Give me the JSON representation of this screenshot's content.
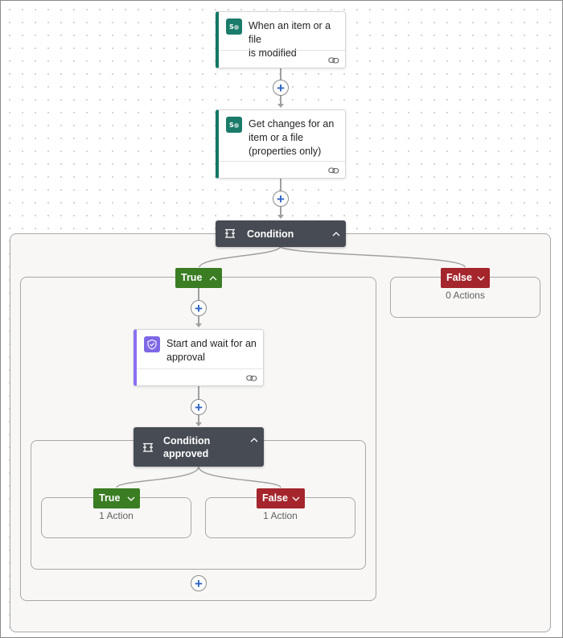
{
  "flow": {
    "trigger": {
      "title": "When an item or a file is modified",
      "line1": "When an item or a file",
      "line2": "is modified",
      "icon": "sharepoint-icon"
    },
    "get_changes": {
      "title": "Get changes for an item or a file (properties only)",
      "line1": "Get changes for an",
      "line2": "item or a file",
      "line3": "(properties only)",
      "icon": "sharepoint-icon"
    },
    "condition": {
      "title": "Condition",
      "true_branch": {
        "label": "True",
        "approval": {
          "title": "Start and wait for an approval",
          "line1": "Start and wait for an",
          "line2": "approval",
          "icon": "approval-icon"
        },
        "condition_approved": {
          "title": "Condition approved",
          "line1": "Condition",
          "line2": "approved",
          "true_branch": {
            "label": "True",
            "count": "1 Action"
          },
          "false_branch": {
            "label": "False",
            "count": "1 Action"
          }
        }
      },
      "false_branch": {
        "label": "False",
        "count": "0 Actions"
      }
    }
  },
  "colors": {
    "sharepoint_accent": "#117865",
    "approval_accent": "#8a6ff0",
    "condition_header": "#474c54",
    "true_branch": "#3a7d22",
    "false_branch": "#a4262c",
    "add_button": "#2f63c5"
  }
}
